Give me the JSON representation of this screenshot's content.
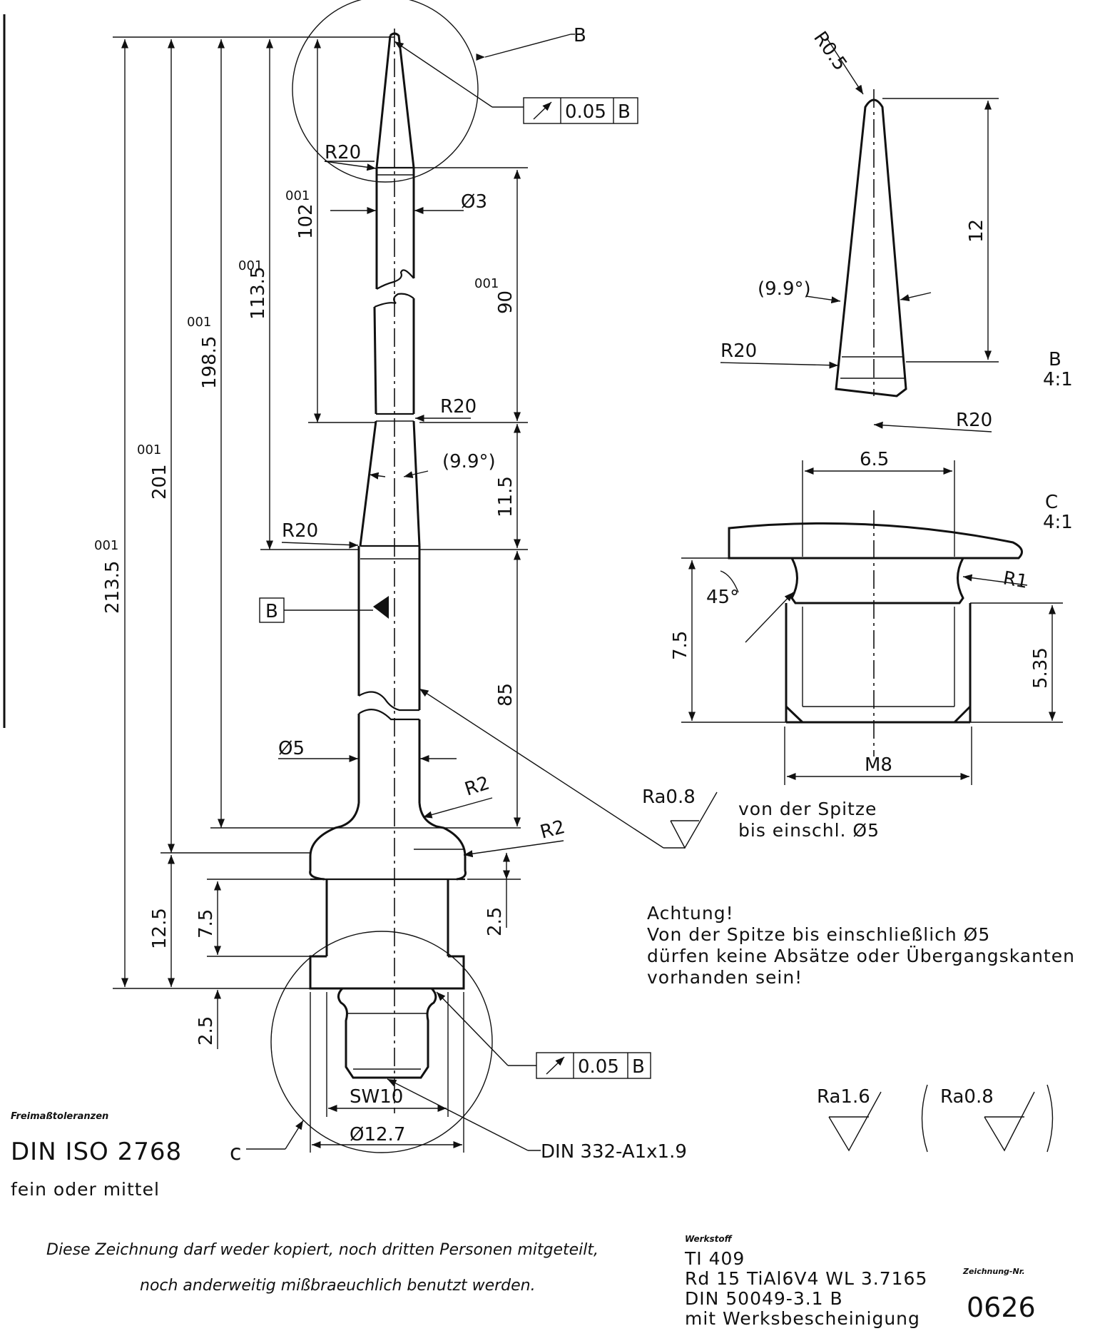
{
  "main_view": {
    "callout_B": "B",
    "tolerance_top": {
      "value": "0.05",
      "datum": "B"
    },
    "tolerance_bottom": {
      "value": "0.05",
      "datum": "B"
    },
    "datum_label": "B",
    "radius_labels": [
      "R20",
      "R20",
      "R20",
      "R2",
      "R2"
    ],
    "diameter_labels": [
      "Ø3",
      "Ø5",
      "Ø12.7"
    ],
    "angle_label": "(9.9°)",
    "width_label": "SW10",
    "left_dims": [
      {
        "prefix": "001",
        "value": "213.5"
      },
      {
        "prefix": "001",
        "value": "201"
      },
      {
        "prefix": "001",
        "value": "198.5"
      },
      {
        "prefix": "001",
        "value": "113.5"
      },
      {
        "prefix": "001",
        "value": "102"
      }
    ],
    "right_dims": [
      {
        "prefix": "001",
        "value": "90"
      },
      {
        "value": "11.5"
      },
      {
        "value": "85"
      },
      {
        "value": "2.5"
      }
    ],
    "lower_dims": [
      "12.5",
      "7.5",
      "2.5"
    ],
    "thread_note": "DIN 332-A1x1.9"
  },
  "detail_B": {
    "label": "B",
    "scale": "4:1",
    "radius_tip": "R0.5",
    "length": "12",
    "angle": "(9.9°)",
    "radius_labels": [
      "R20",
      "R20"
    ]
  },
  "detail_C": {
    "label": "C",
    "scale": "4:1",
    "width": "6.5",
    "height": "7.5",
    "thread_depth": "5.35",
    "angle": "45°",
    "radius": "R1",
    "thread": "M8"
  },
  "surface": {
    "finish_main": "Ra0.8",
    "spec_line1": "von der Spitze",
    "spec_line2": "bis einschl. Ø5",
    "general_finish": "Ra1.6",
    "general_finish_alt": "Ra0.8"
  },
  "warning": {
    "title": "Achtung!",
    "lines": [
      "Von der Spitze bis einschließlich Ø5",
      "dürfen keine Absätze oder Übergangskanten",
      "vorhanden sein!"
    ]
  },
  "tolerances": {
    "caption": "Freimaßtoleranzen",
    "standard": "DIN ISO 2768",
    "class": "c",
    "subtitle": "fein oder mittel"
  },
  "copyright": {
    "line1": "Diese Zeichnung darf weder kopiert, noch dritten Personen mitgeteilt,",
    "line2": "noch anderweitig mißbraeuchlich benutzt werden."
  },
  "title_block": {
    "werkstoff_label": "Werkstoff",
    "material_lines": [
      "TI 409",
      "Rd 15 TiAl6V4 WL 3.7165",
      "DIN 50049-3.1 B",
      "mit Werksbescheinigung"
    ],
    "drawing_no_label": "Zeichnung-Nr.",
    "drawing_no": "0626"
  }
}
